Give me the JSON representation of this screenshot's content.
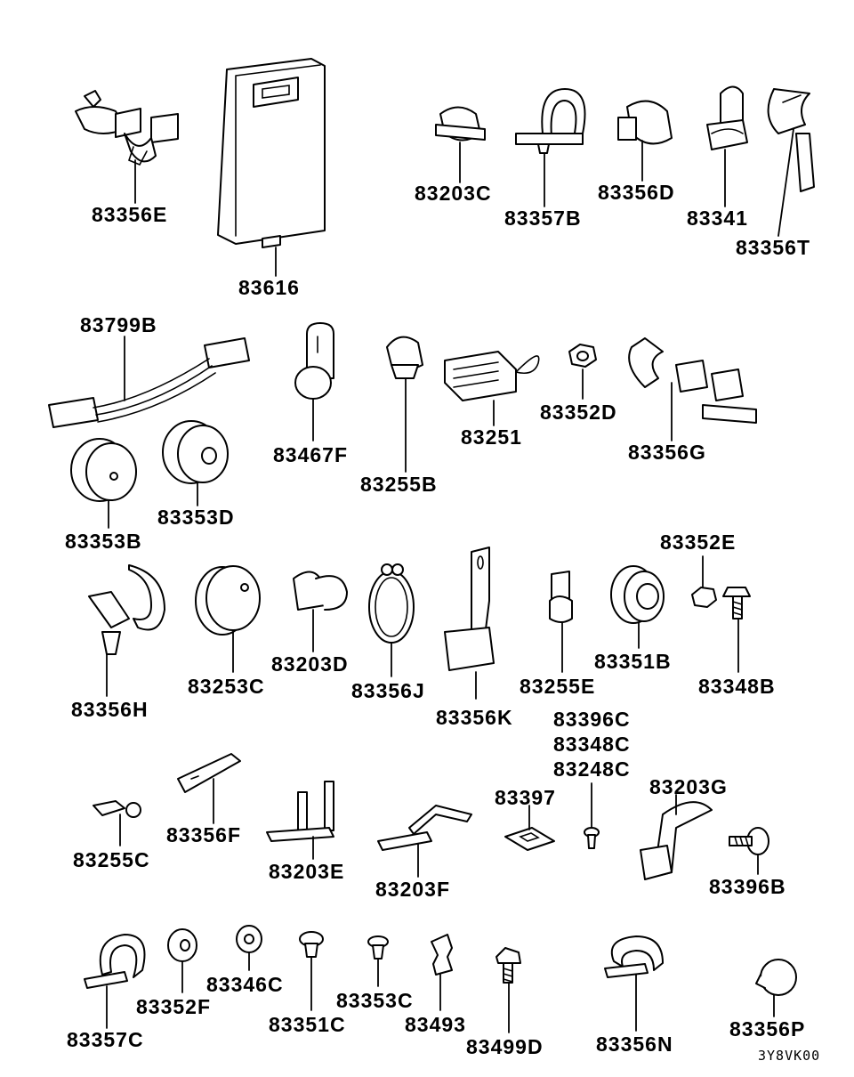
{
  "labels": {
    "p83356E": "83356E",
    "p83616": "83616",
    "p83203C": "83203C",
    "p83357B": "83357B",
    "p83356D": "83356D",
    "p83341": "83341",
    "p83356T": "83356T",
    "p83799B": "83799B",
    "p83467F": "83467F",
    "p83255B": "83255B",
    "p83251": "83251",
    "p83352D": "83352D",
    "p83356G": "83356G",
    "p83353B": "83353B",
    "p83353D": "83353D",
    "p83356H": "83356H",
    "p83253C": "83253C",
    "p83203D": "83203D",
    "p83356J": "83356J",
    "p83356K": "83356K",
    "p83255E": "83255E",
    "p83351B": "83351B",
    "p83352E": "83352E",
    "p83348B": "83348B",
    "p83396C": "83396C",
    "p83348C": "83348C",
    "p83248C": "83248C",
    "p83255C": "83255C",
    "p83356F": "83356F",
    "p83203E": "83203E",
    "p83203F": "83203F",
    "p83397": "83397",
    "p83203G": "83203G",
    "p83396B": "83396B",
    "p83357C": "83357C",
    "p83352F": "83352F",
    "p83346C": "83346C",
    "p83351C": "83351C",
    "p83353C": "83353C",
    "p83493": "83493",
    "p83499D": "83499D",
    "p83356N": "83356N",
    "p83356P": "83356P"
  },
  "diagram_code": "3Y8VK00"
}
